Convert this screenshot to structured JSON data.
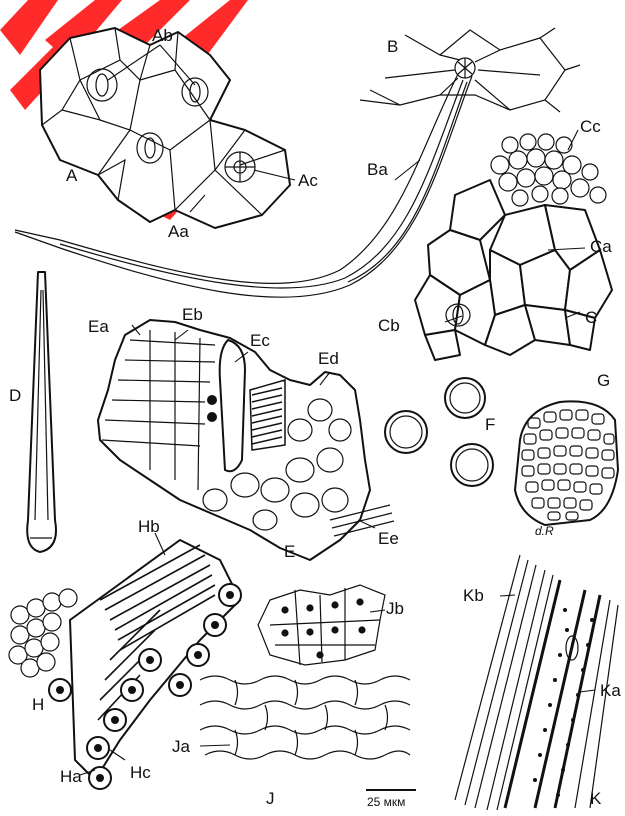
{
  "watermark": {
    "color": "#ff2a2a",
    "icon": "red-pen-watermark"
  },
  "labels": {
    "A": "A",
    "Aa": "Aa",
    "Ab": "Ab",
    "Ac": "Ac",
    "B": "B",
    "Ba": "Ba",
    "C": "C",
    "Ca": "Ca",
    "Cb": "Cb",
    "Cc": "Cc",
    "D": "D",
    "E": "E",
    "Ea": "Ea",
    "Eb": "Eb",
    "Ec": "Ec",
    "Ed": "Ed",
    "Ee": "Ee",
    "F": "F",
    "G": "G",
    "H": "H",
    "Ha": "Ha",
    "Hb": "Hb",
    "Hc": "Hc",
    "J": "J",
    "Ja": "Ja",
    "Jb": "Jb",
    "K": "K",
    "Ka": "Ka",
    "Kb": "Kb"
  },
  "scale_bar": "25 мкм",
  "signature": "d.R"
}
